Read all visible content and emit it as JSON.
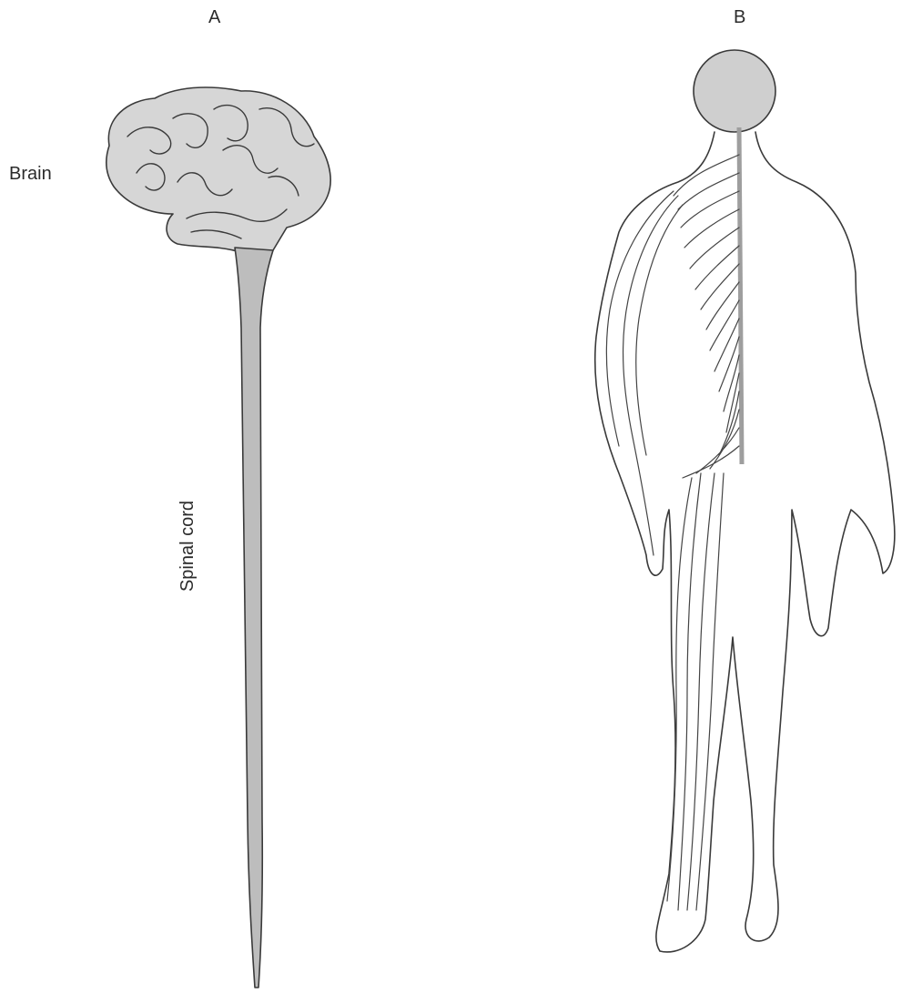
{
  "figure": {
    "panel_a_label": "A",
    "panel_b_label": "B",
    "labels": {
      "brain": "Brain",
      "spinal_cord": "Spinal cord"
    }
  },
  "colors": {
    "tissue_fill": "#d6d6d6",
    "spine_fill": "#bdbdbd",
    "outline": "#3a3a3a",
    "background": "#ffffff"
  }
}
